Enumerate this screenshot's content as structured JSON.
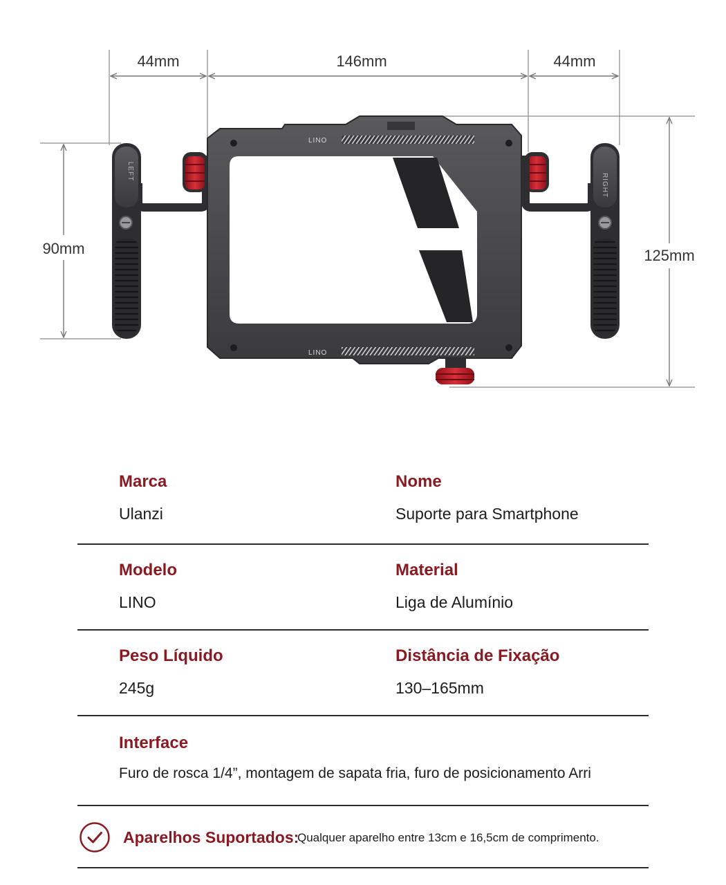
{
  "diagram": {
    "dimensions": {
      "left_handle_width": "44mm",
      "cage_width": "146mm",
      "right_handle_width": "44mm",
      "handle_height": "90mm",
      "cage_height": "125mm"
    },
    "cage_logo": "LINO",
    "left_grip_label": "LEFT",
    "right_grip_label": "RIGHT",
    "colors": {
      "metal": "#4a4a4e",
      "metal_dark": "#2c2c2f",
      "accent_red": "#c8202c"
    }
  },
  "specs": {
    "brand": {
      "label": "Marca",
      "value": "Ulanzi"
    },
    "name": {
      "label": "Nome",
      "value": "Suporte para Smartphone"
    },
    "model": {
      "label": "Modelo",
      "value": "LINO"
    },
    "material": {
      "label": "Material",
      "value": "Liga de Alumínio"
    },
    "weight": {
      "label": "Peso Líquido",
      "value": "245g"
    },
    "clamp_range": {
      "label": "Distância de Fixação",
      "value": "130–165mm"
    },
    "interface": {
      "label": "Interface",
      "value": "Furo de rosca 1/4”,  montagem de sapata fria, furo de posicionamento Arri"
    }
  },
  "supported": {
    "icon": "check-circle-icon",
    "label": "Aparelhos Suportados:",
    "text": "Qualquer aparelho entre 13cm e 16,5cm de comprimento."
  },
  "theme": {
    "accent": "#8a1a22",
    "divider": "#2b2b2b"
  }
}
